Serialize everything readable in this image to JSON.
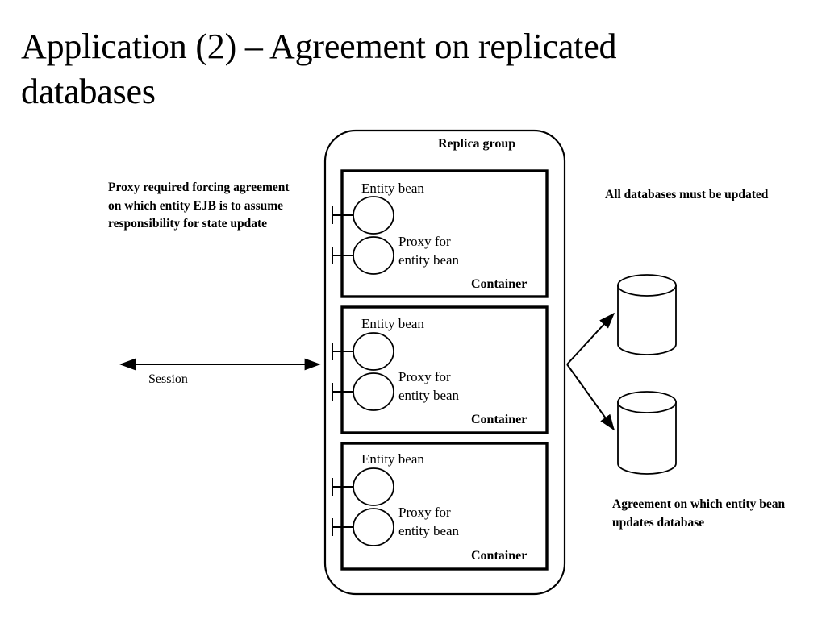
{
  "slide": {
    "title": "Application (2) – Agreement on replicated databases",
    "background_color": "#ffffff",
    "stroke_color": "#000000"
  },
  "notes": {
    "proxy_required": "Proxy required forcing agreement on which entity EJB is to assume responsibility for state update",
    "all_databases": "All databases must be updated",
    "agreement_on": "Agreement on which entity bean updates database"
  },
  "replica_group": {
    "label": "Replica group",
    "containers": [
      {
        "entity_bean_label": "Entity bean",
        "proxy_label": "Proxy for\nentity bean",
        "container_label": "Container"
      },
      {
        "entity_bean_label": "Entity bean",
        "proxy_label": "Proxy for\nentity bean",
        "container_label": "Container"
      },
      {
        "entity_bean_label": "Entity bean",
        "proxy_label": "Proxy for\nentity bean",
        "container_label": "Container"
      }
    ]
  },
  "session": {
    "label": "Session"
  },
  "databases": [
    {
      "name": "database-cylinder-top"
    },
    {
      "name": "database-cylinder-bottom"
    }
  ]
}
